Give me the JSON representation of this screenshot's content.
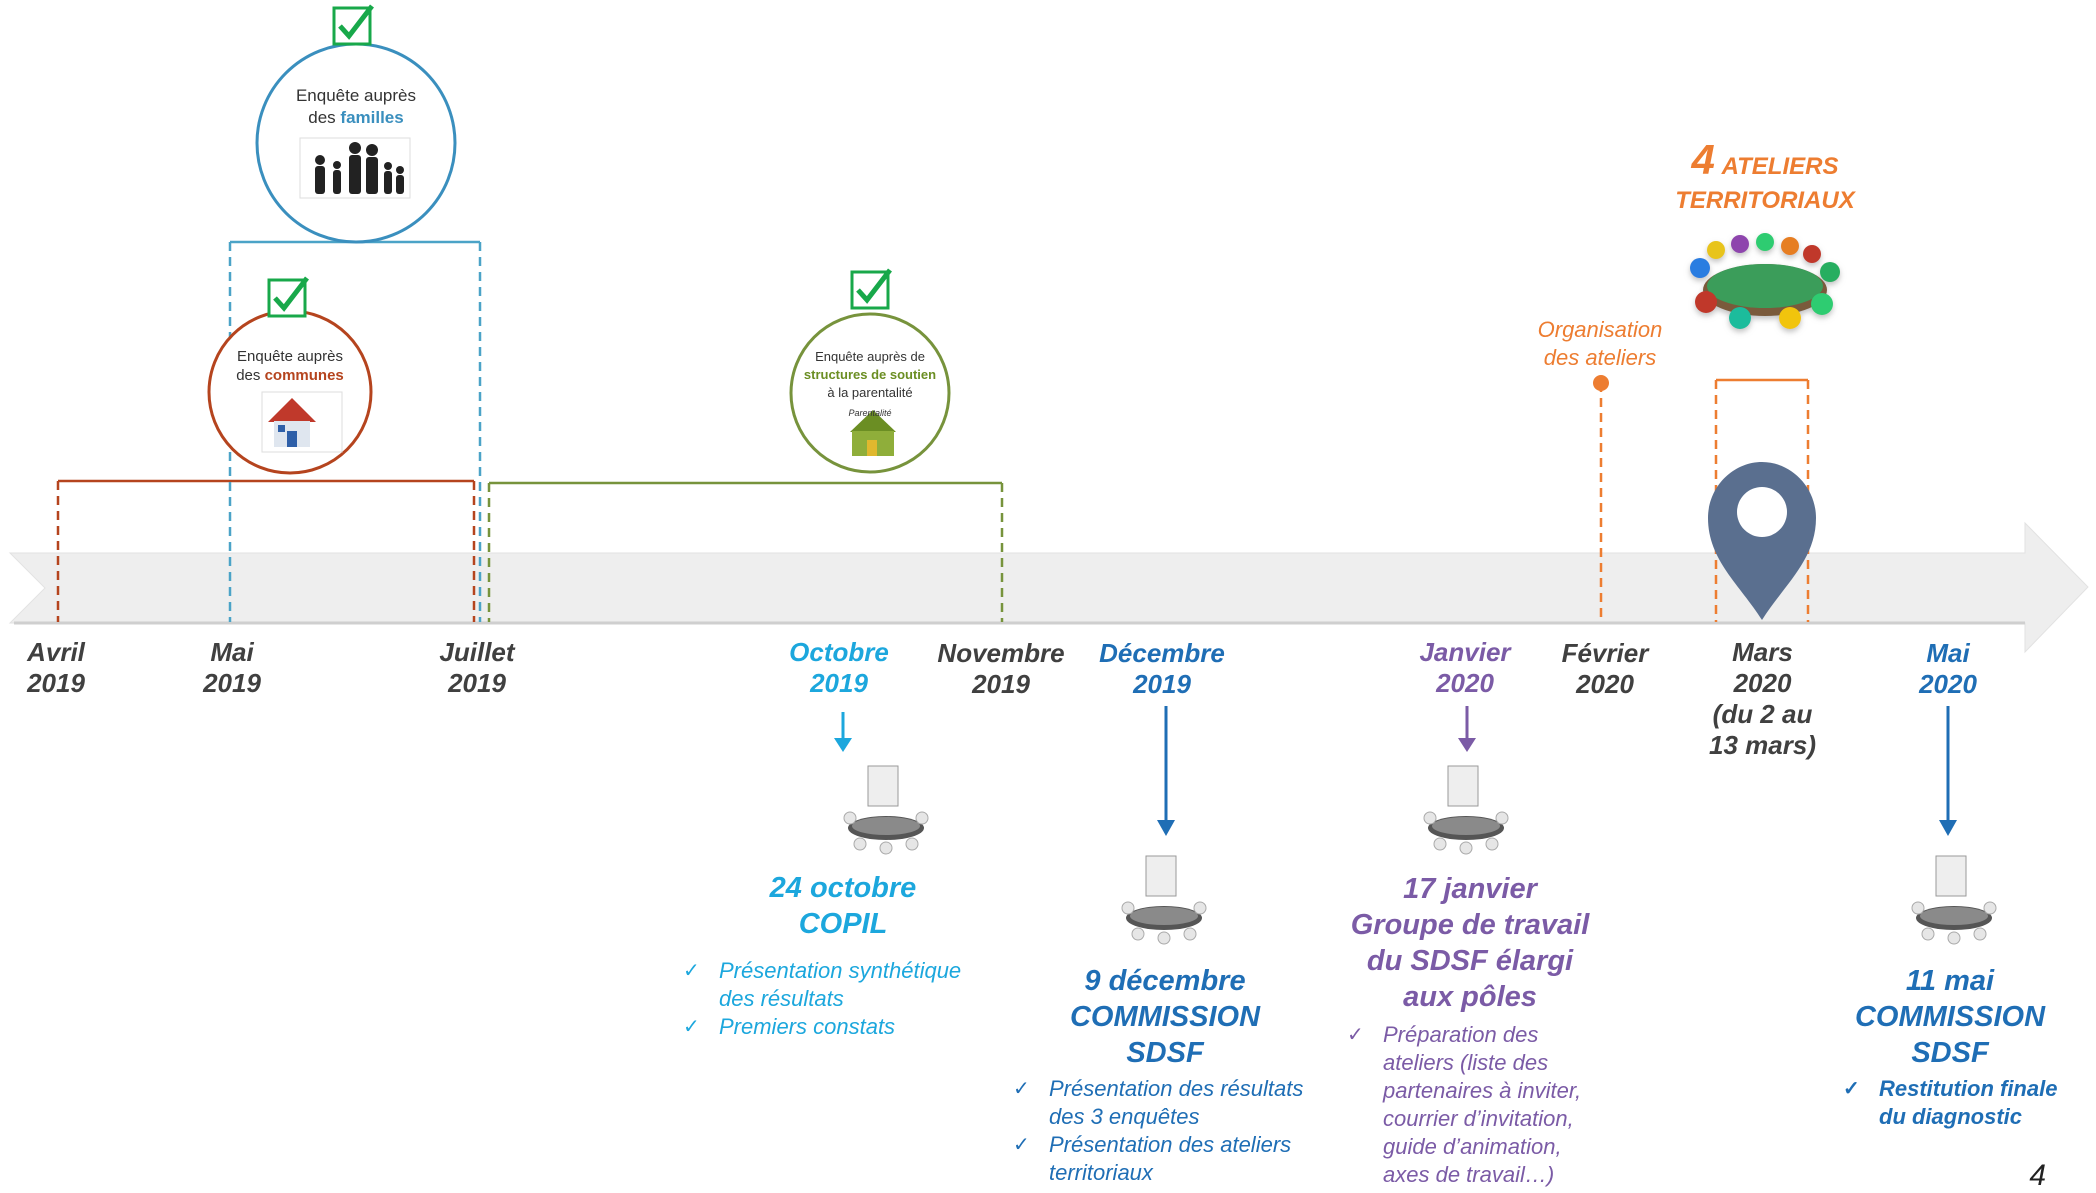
{
  "months": [
    {
      "id": "avril",
      "month": "Avril",
      "year": "2019"
    },
    {
      "id": "mai19",
      "month": "Mai",
      "year": "2019"
    },
    {
      "id": "juillet",
      "month": "Juillet",
      "year": "2019"
    },
    {
      "id": "octobre",
      "month": "Octobre",
      "year": "2019"
    },
    {
      "id": "novembre",
      "month": "Novembre",
      "year": "2019"
    },
    {
      "id": "decembre",
      "month": "Décembre",
      "year": "2019"
    },
    {
      "id": "janvier",
      "month": "Janvier",
      "year": "2020"
    },
    {
      "id": "fevrier",
      "month": "Février",
      "year": "2020"
    },
    {
      "id": "mars",
      "month": "Mars",
      "year": "2020",
      "extra1": "(du 2 au",
      "extra2": "13 mars)"
    },
    {
      "id": "mai20",
      "month": "Mai",
      "year": "2020"
    }
  ],
  "surveys": {
    "familles": {
      "line1": "Enquête auprès",
      "line2_prefix": "des ",
      "line2_strong": "familles"
    },
    "communes": {
      "line1": "Enquête auprès",
      "line2_prefix": "des ",
      "line2_strong": "communes"
    },
    "structures": {
      "line1": "Enquête auprès de",
      "line2_strong": "structures de soutien",
      "line3": "à la parentalité",
      "sign": "Parentalité"
    }
  },
  "ateliers": {
    "count": "4",
    "title1": "ATELIERS",
    "title2": "TERRITORIAUX",
    "organisation1": "Organisation",
    "organisation2": "des ateliers"
  },
  "events": {
    "copil": {
      "title1": "24 octobre",
      "title2": "COPIL",
      "bullets": [
        "Présentation synthétique",
        "des résultats",
        "Premiers constats"
      ]
    },
    "commission_dec": {
      "title1": "9 décembre",
      "title2": "COMMISSION",
      "title3": "SDSF",
      "bullets": [
        "Présentation des résultats",
        "des 3 enquêtes",
        "Présentation des ateliers",
        "territoriaux"
      ]
    },
    "groupe": {
      "title1": "17 janvier",
      "title2": "Groupe de travail",
      "title3": "du SDSF élargi",
      "title4": "aux pôles",
      "bullets": [
        "Préparation des",
        "ateliers (liste des",
        "partenaires à inviter,",
        "courrier d’invitation,",
        "guide d’animation,",
        "axes de travail…)"
      ]
    },
    "commission_mai": {
      "title1": "11 mai",
      "title2": "COMMISSION",
      "title3": "SDSF",
      "bullets": [
        "Restitution finale",
        "du diagnostic"
      ]
    }
  },
  "page_number": "4",
  "colors": {
    "orange": "#ed7d31",
    "brown": "#c0504d",
    "rust": "#b5441e",
    "blue_dash": "#4ba3c7",
    "green": "#77933c",
    "cyan": "#1ca7dd",
    "blue": "#1f6eb5",
    "purple": "#7b5ba6",
    "pin": "#5a6f8f",
    "check": "#18a84a",
    "arrow": "#eeeeee"
  }
}
